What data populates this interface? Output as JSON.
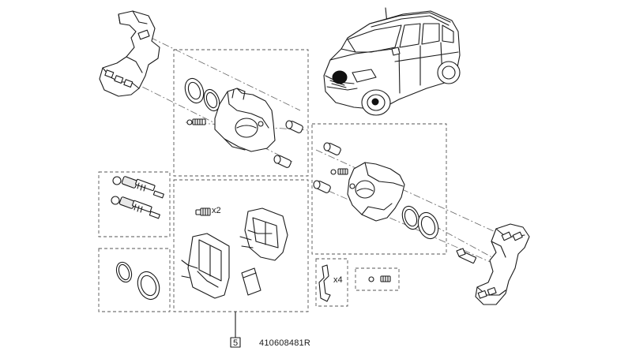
{
  "labels": {
    "pad_bolts_qty": "x2",
    "clips_qty": "x4",
    "kit_number": "5",
    "part_reference": "410608481R"
  }
}
